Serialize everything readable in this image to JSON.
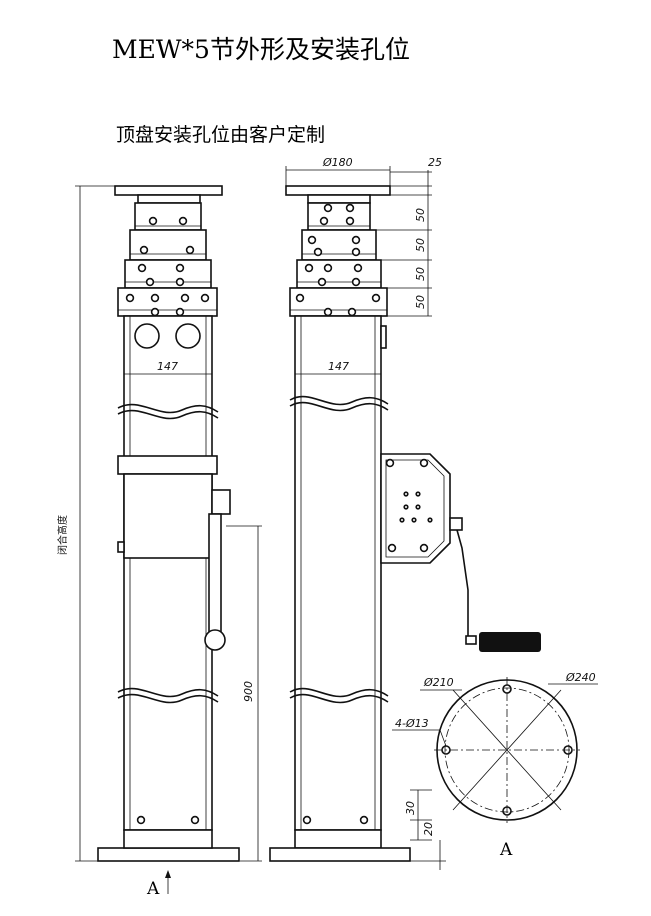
{
  "title": "MEW*5节外形及安装孔位",
  "subtitle": "顶盘安装孔位由客户定制",
  "dims": {
    "top_diameter": "Ø180",
    "top_thickness": "25",
    "section_step": "50",
    "section_width_front": "147",
    "section_width_side": "147",
    "closed_height": "闭合高度",
    "handle_height": "900",
    "base_circle": "Ø210",
    "base_outer": "Ø240",
    "base_holes": "4-Ø13",
    "base_dim_30": "30",
    "base_dim_20": "20"
  },
  "view_markers": {
    "arrow_label": "A",
    "section_label": "A"
  }
}
